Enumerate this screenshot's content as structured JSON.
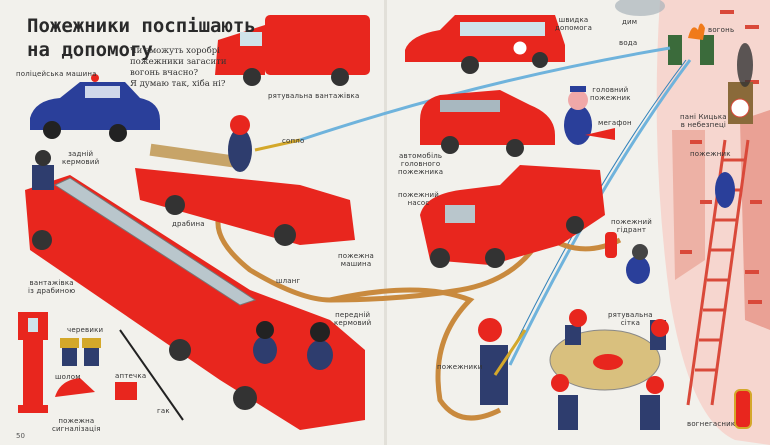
{
  "page": {
    "title": "Пожежники поспішають\nна допомогу",
    "intro": "Чи зможуть хоробрі\nпожежники загасити\nвогонь вчасно?\nЯ думаю так, хіба ні?",
    "page_number": "50"
  },
  "labels": {
    "police_car": "поліцейська машина",
    "rescue_truck": "рятувальна вантажівка",
    "nozzle": "сопло",
    "rear_driver": "задній\nкермовий",
    "ladder": "драбина",
    "fire_engine": "пожежна\nмашина",
    "hose": "шланг",
    "ladder_truck": "вантажівка\nіз драбиною",
    "boots": "черевики",
    "helmet": "шолом",
    "first_aid": "аптечка",
    "hook": "гак",
    "fire_alarm": "пожежна\nсигналізація",
    "front_driver": "передній\nкермовий",
    "ambulance": "швидка\nдопомога",
    "smoke": "дим",
    "water": "вода",
    "fire": "вогонь",
    "fire_chief": "головний\nпожежник",
    "megaphone": "мегафон",
    "chief_car": "автомобіль\nголовного\nпожежника",
    "pump": "пожежний\nнасос",
    "mrs_cat": "пані Кицька\nв небезпеці",
    "firefighter": "пожежник",
    "hydrant": "пожежний\nгідрант",
    "safety_net": "рятувальна\nсітка",
    "firefighters": "пожежники",
    "extinguisher": "вогнегасник"
  },
  "colors": {
    "paper": "#f2f1ec",
    "fire_red": "#e8261e",
    "police_blue": "#2a3f9a",
    "water_blue": "#6fb3dc",
    "hose_brown": "#c98a3e",
    "wall_pink": "#f1b9ad",
    "brick": "#d9493a"
  }
}
